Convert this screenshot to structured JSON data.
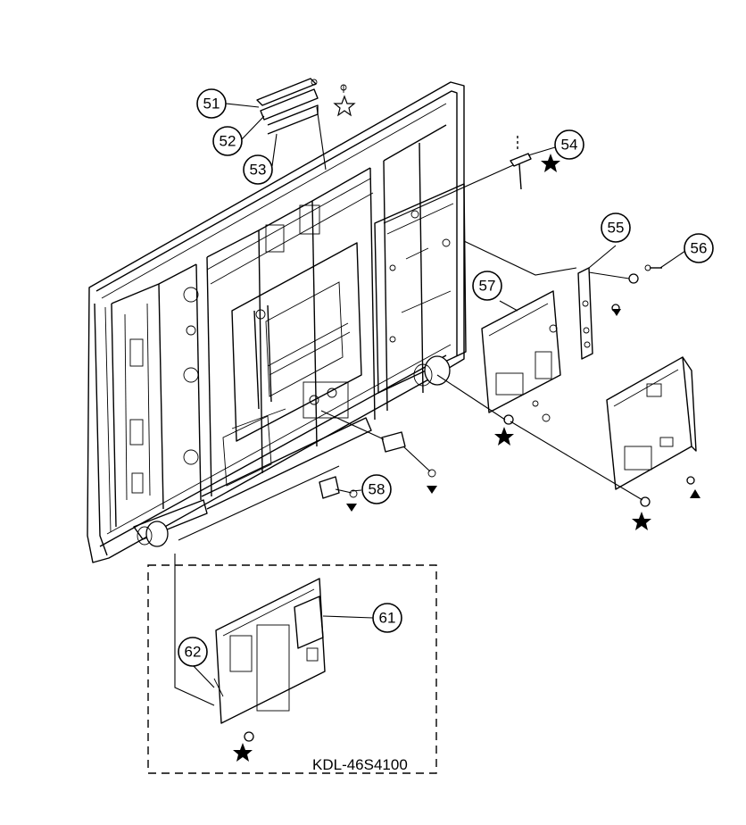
{
  "diagram": {
    "callouts": [
      {
        "id": "51",
        "label": "51"
      },
      {
        "id": "52",
        "label": "52"
      },
      {
        "id": "53",
        "label": "53"
      },
      {
        "id": "54",
        "label": "54"
      },
      {
        "id": "55",
        "label": "55"
      },
      {
        "id": "56",
        "label": "56"
      },
      {
        "id": "57",
        "label": "57"
      },
      {
        "id": "58",
        "label": "58"
      },
      {
        "id": "61",
        "label": "61"
      },
      {
        "id": "62",
        "label": "62"
      }
    ],
    "model_label": "KDL-46S4100",
    "symbols": {
      "solid_star": "solid-star-icon",
      "open_star": "open-star-icon",
      "solid_triangle": "solid-triangle-icon"
    }
  }
}
